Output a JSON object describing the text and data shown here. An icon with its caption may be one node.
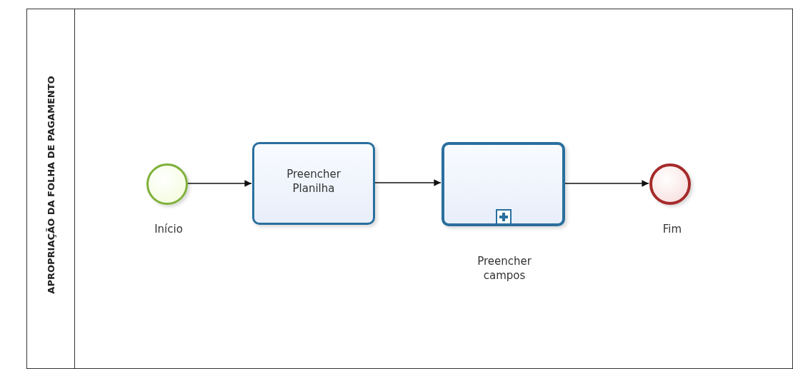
{
  "diagram": {
    "nodes": [
      {
        "text": [
          "APROPRIAÇÃO DA FOLHA DE PAGAMENTO"
        ]
      },
      {
        "text": [],
        "shape": "circle",
        "beside": [
          "Início"
        ],
        "in": 0
      },
      {
        "text": [
          "Preencher Planilha"
        ],
        "in": 0
      },
      {
        "text": [],
        "shape": "box",
        "beside": [
          "Preencher campos"
        ],
        "in": 0
      },
      {
        "text": [],
        "shape": "circle",
        "beside": [
          "Fim"
        ],
        "in": 0
      }
    ],
    "edges": [
      {
        "from": 1,
        "to": 2,
        "arrow": "to"
      },
      {
        "from": 2,
        "to": 3,
        "arrow": "to"
      },
      {
        "from": 3,
        "to": 4,
        "arrow": "to"
      }
    ]
  }
}
